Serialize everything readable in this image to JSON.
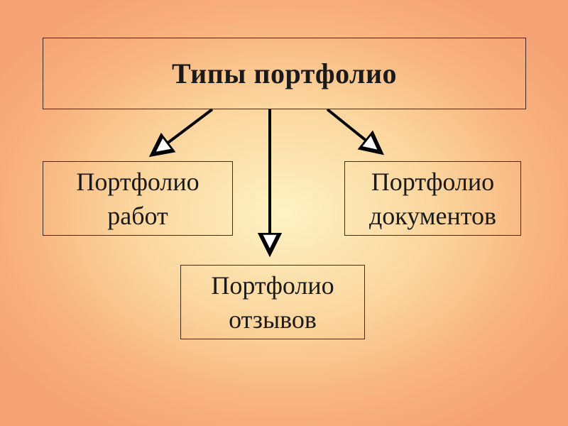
{
  "diagram": {
    "root": {
      "label": "Типы портфолио"
    },
    "children": [
      {
        "id": "works",
        "line1": "Портфолио",
        "line2": "работ"
      },
      {
        "id": "reviews",
        "line1": "Портфолио",
        "line2": "отзывов"
      },
      {
        "id": "docs",
        "line1": "Портфолио",
        "line2": "документов"
      }
    ]
  },
  "colors": {
    "border": "#3a2a22",
    "arrow": "#000000",
    "text": "#1a1a1a",
    "background_center": "#fdf3c4",
    "background_edge": "#f5a274"
  }
}
